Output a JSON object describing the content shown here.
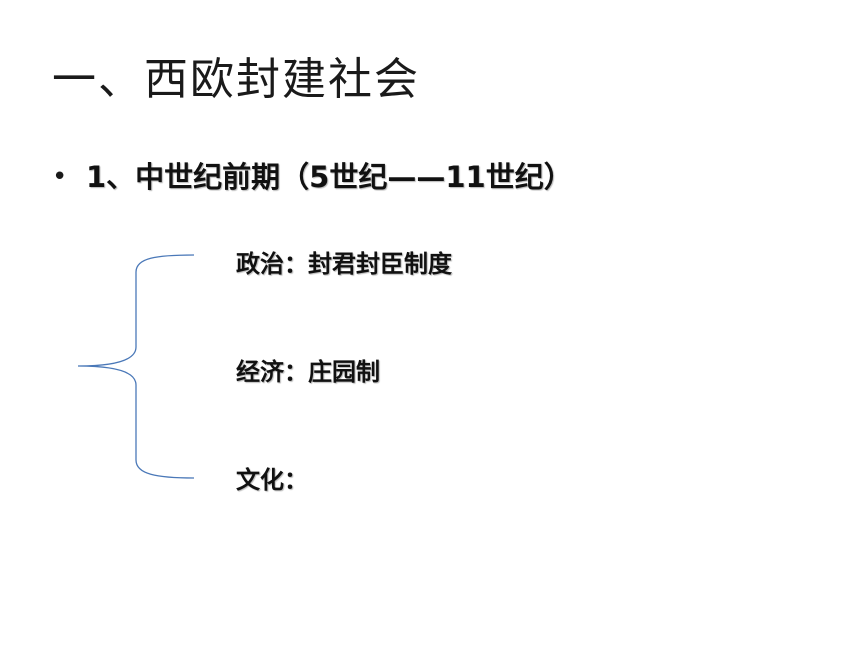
{
  "slide": {
    "title": "一、西欧封建社会",
    "bullet": {
      "symbol": "•",
      "text": "1、中世纪前期（5世纪——11世纪）"
    },
    "items": [
      {
        "text": "政治：封君封臣制度"
      },
      {
        "text": "经济：庄园制"
      },
      {
        "text": "文化："
      }
    ],
    "brace_icon": "left-curly-brace-icon",
    "colors": {
      "text": "#111111",
      "brace": "#4a78b8",
      "background": "#ffffff"
    }
  }
}
